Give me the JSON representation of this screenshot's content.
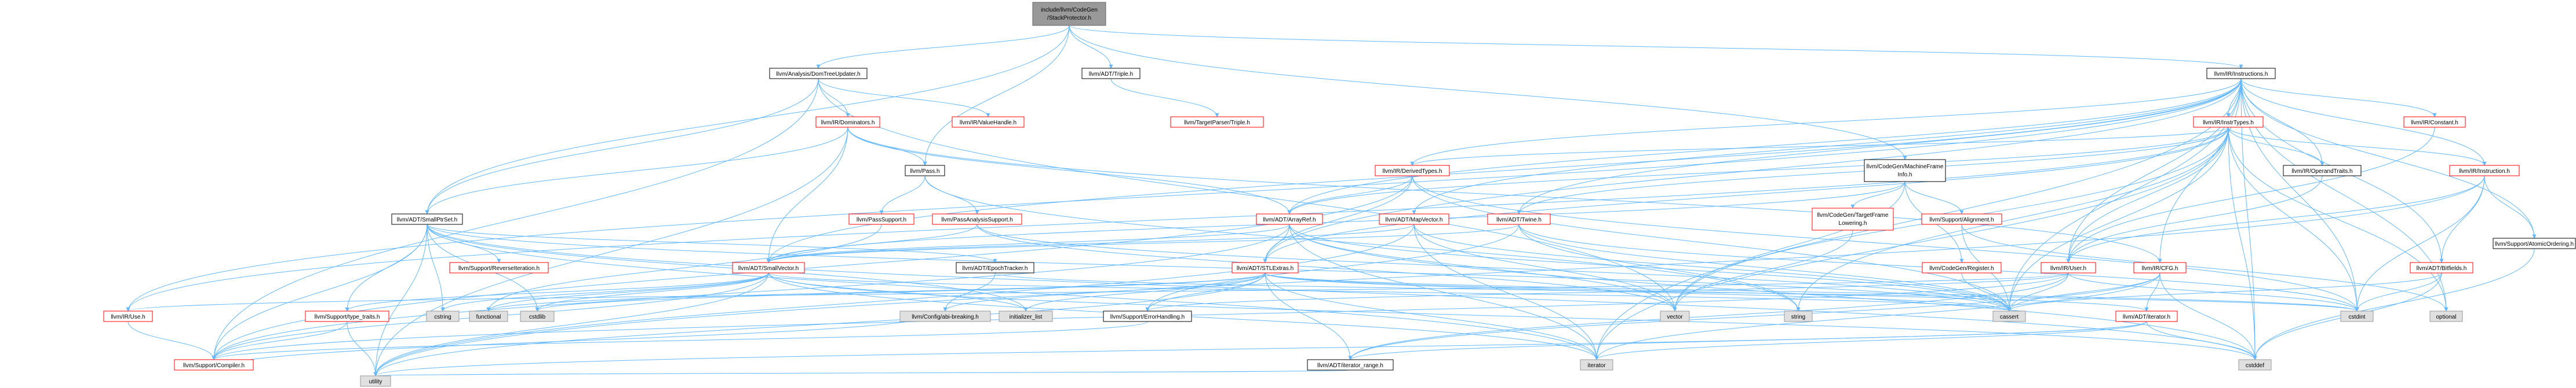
{
  "colors": {
    "root_fill": "#999999",
    "node_fill": "#ffffff",
    "node_red_border": "#ff0000",
    "node_gray_fill": "#e0e0e0",
    "node_gray_border": "#999999",
    "edge": "#63b8ff"
  },
  "nodes": {
    "root": {
      "label_1": "include/llvm/CodeGen",
      "label_2": "/StackProtector.h"
    },
    "dom_tree_updater": {
      "label": "llvm/Analysis/DomTreeUpdater.h"
    },
    "triple": {
      "label": "llvm/ADT/Triple.h"
    },
    "instructions": {
      "label": "llvm/IR/Instructions.h"
    },
    "dominators": {
      "label": "llvm/IR/Dominators.h"
    },
    "value_handle": {
      "label": "llvm/IR/ValueHandle.h"
    },
    "target_parser_triple": {
      "label": "llvm/TargetParser/Triple.h"
    },
    "inst_types": {
      "label": "llvm/IR/InstrTypes.h"
    },
    "ir_constant": {
      "label": "llvm/IR/Constant.h"
    },
    "pass": {
      "label": "llvm/Pass.h"
    },
    "derived_types": {
      "label": "llvm/IR/DerivedTypes.h"
    },
    "cg_mf_info_1": {
      "label_1": "llvm/CodeGen/MachineFrame",
      "label_2": "Info.h"
    },
    "operand_traits": {
      "label": "llvm/IR/OperandTraits.h"
    },
    "ir_instruction": {
      "label": "llvm/IR/Instruction.h"
    },
    "atomic_ordering": {
      "label": "llvm/Support/AtomicOrdering.h"
    },
    "small_ptr_set": {
      "label": "llvm/ADT/SmallPtrSet.h"
    },
    "pass_support": {
      "label": "llvm/PassSupport.h"
    },
    "pass_analysis_support": {
      "label": "llvm/PassAnalysisSupport.h"
    },
    "array_ref": {
      "label": "llvm/ADT/ArrayRef.h"
    },
    "map_vector": {
      "label": "llvm/ADT/MapVector.h"
    },
    "twine": {
      "label": "llvm/ADT/Twine.h"
    },
    "target_frame_lowering": {
      "label_1": "llvm/CodeGen/TargetFrame",
      "label_2": "Lowering.h"
    },
    "support_alignment": {
      "label": "llvm/Support/Alignment.h"
    },
    "reverse_iteration": {
      "label": "llvm/Support/ReverseIteration.h"
    },
    "small_vector": {
      "label": "llvm/ADT/SmallVector.h"
    },
    "epoch_tracker": {
      "label": "llvm/ADT/EpochTracker.h"
    },
    "stl_extras": {
      "label": "llvm/ADT/STLExtras.h"
    },
    "cg_register": {
      "label": "llvm/CodeGen/Register.h"
    },
    "ir_user": {
      "label": "llvm/IR/User.h"
    },
    "ir_cfg": {
      "label": "llvm/IR/CFG.h"
    },
    "bitfields": {
      "label": "llvm/ADT/Bitfields.h"
    },
    "ir_use": {
      "label": "llvm/IR/Use.h"
    },
    "type_traits": {
      "label": "llvm/Support/type_traits.h"
    },
    "cstring": {
      "label": "cstring"
    },
    "functional": {
      "label": "functional"
    },
    "cstdlib": {
      "label": "cstdlib"
    },
    "data_types": {
      "label": "llvm/Config/abi-breaking.h"
    },
    "initializer_list": {
      "label": "initializer_list"
    },
    "error_handling": {
      "label": "llvm/Support/ErrorHandling.h"
    },
    "adt_iterator": {
      "label": "llvm/ADT/iterator.h"
    },
    "optional": {
      "label": "optional"
    },
    "cstdint": {
      "label": "cstdint"
    },
    "vector": {
      "label": "vector"
    },
    "string": {
      "label": "string"
    },
    "cassert": {
      "label": "cassert"
    },
    "compiler": {
      "label": "llvm/Support/Compiler.h"
    },
    "iterator_range": {
      "label": "llvm/ADT/iterator_range.h"
    },
    "iterator": {
      "label": "iterator"
    },
    "cstddef": {
      "label": "cstddef"
    },
    "utility": {
      "label": "utility"
    }
  }
}
